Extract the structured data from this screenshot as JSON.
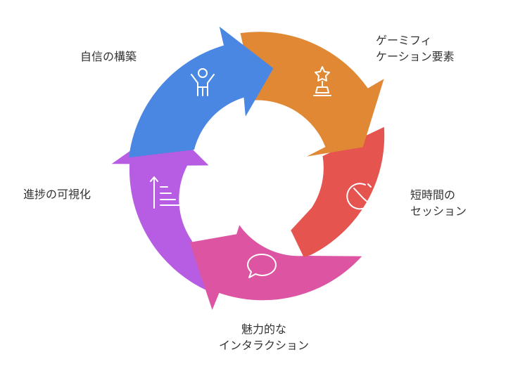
{
  "stages": [
    {
      "label": "自信の構築",
      "color": "#4A87E3",
      "icon": "person-raising-arms-icon"
    },
    {
      "label": "ゲーミフィ\nケーション要素",
      "color": "#E08834",
      "icon": "trophy-icon"
    },
    {
      "label": "短時間の\nセッション",
      "color": "#E5544F",
      "icon": "timer-icon"
    },
    {
      "label": "魅力的な\nインタラクション",
      "color": "#DD54A3",
      "icon": "speech-bubble-icon"
    },
    {
      "label": "進捗の可視化",
      "color": "#B75DE3",
      "icon": "progress-chart-icon"
    }
  ]
}
